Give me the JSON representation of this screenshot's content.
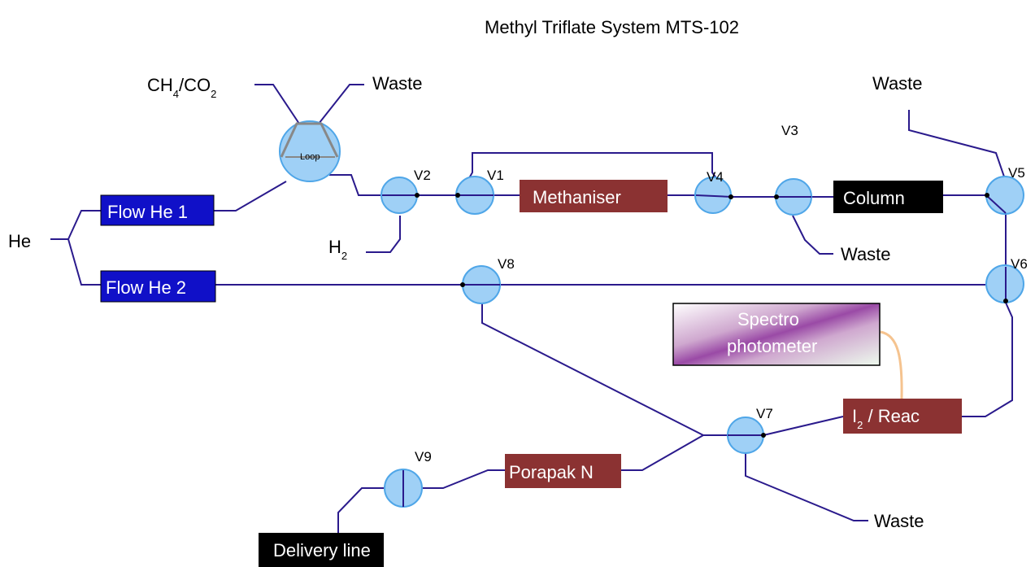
{
  "title": "Methyl Triflate System MTS-102",
  "sources": {
    "he": "He",
    "ch4": "CH",
    "ch4_sub": "4",
    "co2": "/CO",
    "co2_sub": "2",
    "h2": "H",
    "h2_sub": "2"
  },
  "waste_labels": [
    "Waste",
    "Waste",
    "Waste",
    "Waste"
  ],
  "loop_label": "Loop",
  "valves": [
    "V1",
    "V2",
    "V3",
    "V4",
    "V5",
    "V6",
    "V7",
    "V8",
    "V9"
  ],
  "boxes": {
    "flow_he_1": "Flow He 1",
    "flow_he_2": "Flow He 2",
    "methaniser": "Methaniser",
    "column": "Column",
    "i2_reac_i": "I",
    "i2_reac_sub": "2",
    "i2_reac_rest": " / Reac",
    "porapak": "Porapak N",
    "delivery": "Delivery line",
    "spectro_line1": "Spectro",
    "spectro_line2": "photometer"
  },
  "colors": {
    "pipe": "#2a1a8c",
    "valve_fill": "#9fd0f6",
    "flow_box": "#1010c8",
    "reactor_box": "#8b3232",
    "black_box": "#000000",
    "signal_line": "#f5c38f"
  }
}
